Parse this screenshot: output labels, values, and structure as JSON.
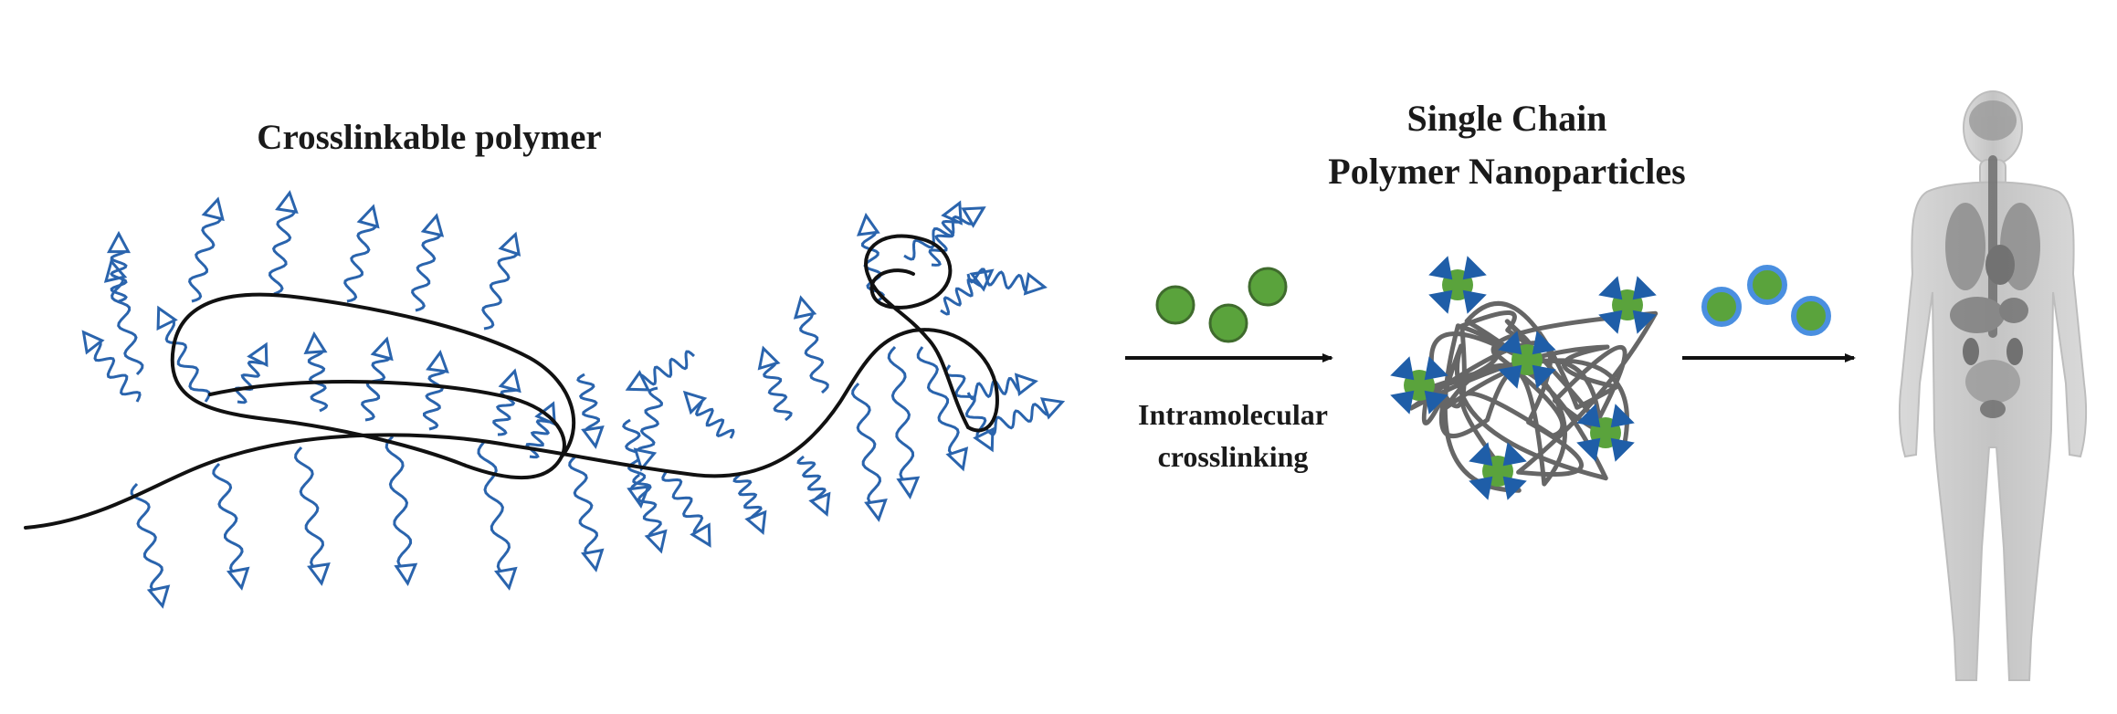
{
  "labels": {
    "crosslinkable_polymer": "Crosslinkable polymer",
    "scnp_line1": "Single Chain",
    "scnp_line2": "Polymer Nanoparticles",
    "process_line1": "Intramolecular",
    "process_line2": "crosslinking"
  },
  "colors": {
    "backbone": "#111111",
    "side_chain": "#2a64ad",
    "particle_fill": "#5aa33c",
    "particle_stroke": "#3f6b2d",
    "nanoparticle_ring": "#4a8fe0",
    "crosslink_coil": "#666666",
    "arrow": "#111111",
    "body": "#cfcfcf"
  }
}
